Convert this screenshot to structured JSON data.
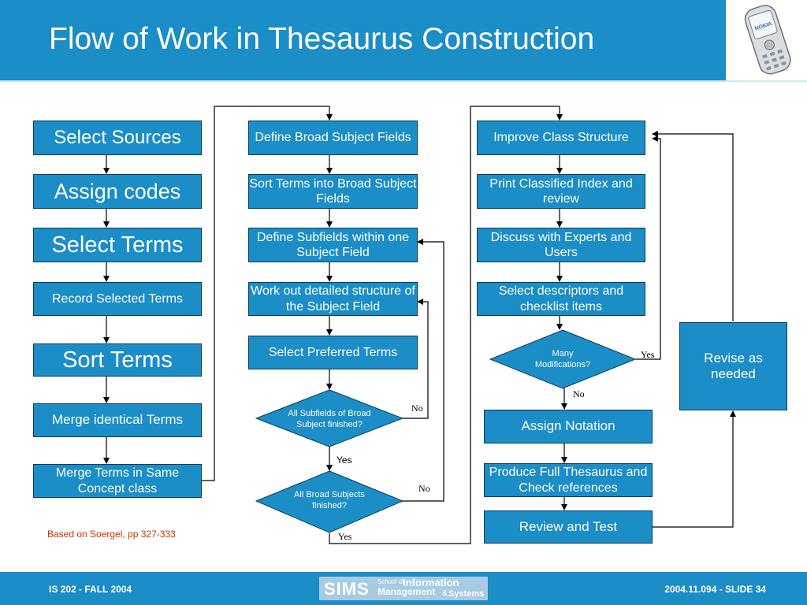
{
  "slide": {
    "title": "Flow of Work in Thesaurus Construction",
    "citation": "Based on Soergel, pp 327-333"
  },
  "colors": {
    "accent": "#1b8dc7",
    "box_border": "#0a3d5c",
    "citation": "#cc3300",
    "logo_band": "#a7cbe3"
  },
  "logo": {
    "icon": "nokia-phone-icon",
    "brand_text": "NOKIA"
  },
  "column1": {
    "select_sources": "Select Sources",
    "assign_codes": "Assign codes",
    "select_terms": "Select Terms",
    "record_selected_terms": "Record Selected Terms",
    "sort_terms": "Sort Terms",
    "merge_identical_terms": "Merge identical Terms",
    "merge_terms_same_concept": "Merge Terms in Same Concept class"
  },
  "column2": {
    "define_broad_subject_fields": "Define Broad Subject Fields",
    "sort_terms_into_broad_fields": "Sort Terms into Broad Subject Fields",
    "define_subfields": "Define Subfields within one Subject Field",
    "work_out_structure": "Work out detailed structure of the Subject Field",
    "select_preferred_terms": "Select Preferred Terms",
    "decision_all_subfields": "All Subfields of Broad Subject finished?",
    "decision_all_broad_subjects": "All Broad Subjects finished?"
  },
  "column3": {
    "improve_class_structure": "Improve Class Structure",
    "print_classified_index": "Print Classified Index and review",
    "discuss_with_experts": "Discuss with Experts and Users",
    "select_descriptors": "Select descriptors and checklist items",
    "decision_many_modifications": "Many Modifications?",
    "assign_notation": "Assign Notation",
    "produce_full_thesaurus": "Produce Full Thesaurus and Check references",
    "review_and_test": "Review and Test"
  },
  "revise": {
    "label": "Revise as needed"
  },
  "edge_labels": {
    "subfields_no": "No",
    "subfields_yes": "Yes",
    "broad_no": "No",
    "broad_yes": "Yes",
    "many_yes": "Yes",
    "many_no": "No"
  },
  "footer": {
    "left": "IS 202 - FALL 2004",
    "right": "2004.11.094 - SLIDE 34",
    "sims": "SIMS",
    "school_of": "School of",
    "information": "Information",
    "management": "Management",
    "ampersand": "&",
    "systems": "Systems"
  }
}
